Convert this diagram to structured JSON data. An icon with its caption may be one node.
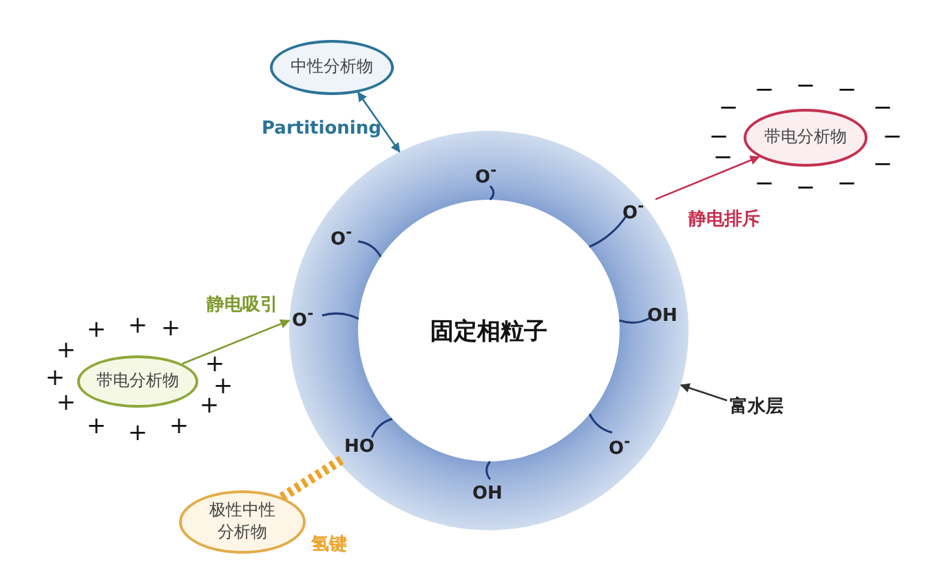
{
  "diagram": {
    "nodes": [
      {
        "text": [
          "固定相粒子"
        ]
      },
      {
        "text": [
          "中性分析物"
        ]
      },
      {
        "text": [
          "O$^{-}$"
        ],
        "in": 0
      },
      {
        "text": [
          "O$^{-}$"
        ],
        "in": 0
      },
      {
        "text": [
          "O$^{-}$"
        ],
        "in": 0
      },
      {
        "text": [
          "带电分析物"
        ],
        "beside": [
          "−",
          "−",
          "−",
          "−",
          "−",
          "−",
          "−",
          "−",
          "−",
          "−",
          "−",
          "−"
        ]
      },
      {
        "text": [
          "带电分析物"
        ],
        "beside": [
          "+",
          "+",
          "+",
          "+",
          "+",
          "+",
          "+",
          "+",
          "+",
          "+",
          "+",
          "+"
        ]
      },
      {
        "text": [
          "O$^{-}$"
        ],
        "in": 0
      },
      {
        "text": [
          "OH"
        ],
        "in": 0
      },
      {
        "text": [
          "富水层"
        ]
      },
      {
        "text": [
          "HO"
        ],
        "in": 0
      },
      {
        "text": [
          "O$^{-}$"
        ],
        "in": 0
      },
      {
        "text": [
          "OH"
        ],
        "in": 0
      },
      {
        "text": [
          "极性中性分析物"
        ]
      }
    ],
    "edges": [
      {
        "from": 1,
        "to": 0,
        "arrow": "both",
        "label": "Partitioning",
        "color": "#2b7497"
      },
      {
        "from": 4,
        "to": 5,
        "arrow": "to",
        "label": "静电排斥",
        "color": "#c4304e"
      },
      {
        "from": 6,
        "to": 7,
        "arrow": "to",
        "label": "静电吸引",
        "color": "#7e9a2e"
      },
      {
        "from": 9,
        "to": 0,
        "arrow": "to",
        "color": "#333333"
      },
      {
        "from": 13,
        "to": 10,
        "arrow": "none",
        "label": "氢键",
        "style": "dashed",
        "color": "#eba42a"
      }
    ]
  }
}
